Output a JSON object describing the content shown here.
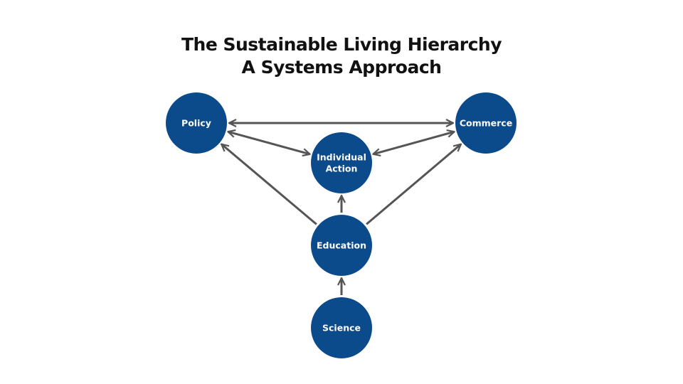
{
  "title": {
    "line1": "The Sustainable Living Hierarchy",
    "line2": "A Systems Approach"
  },
  "colors": {
    "node": "#0b4a8b",
    "arrow": "#555555",
    "text": "#ffffff"
  },
  "nodes": [
    {
      "id": "policy",
      "label": [
        "Policy"
      ]
    },
    {
      "id": "commerce",
      "label": [
        "Commerce"
      ]
    },
    {
      "id": "individual",
      "label": [
        "Individual",
        "Action"
      ]
    },
    {
      "id": "education",
      "label": [
        "Education"
      ]
    },
    {
      "id": "science",
      "label": [
        "Science"
      ]
    }
  ],
  "edges": [
    {
      "from": "policy",
      "to": "commerce",
      "bidirectional": true
    },
    {
      "from": "policy",
      "to": "individual",
      "bidirectional": true
    },
    {
      "from": "individual",
      "to": "commerce",
      "bidirectional": true
    },
    {
      "from": "education",
      "to": "policy",
      "bidirectional": false
    },
    {
      "from": "education",
      "to": "individual",
      "bidirectional": false
    },
    {
      "from": "education",
      "to": "commerce",
      "bidirectional": false
    },
    {
      "from": "science",
      "to": "education",
      "bidirectional": false
    }
  ]
}
